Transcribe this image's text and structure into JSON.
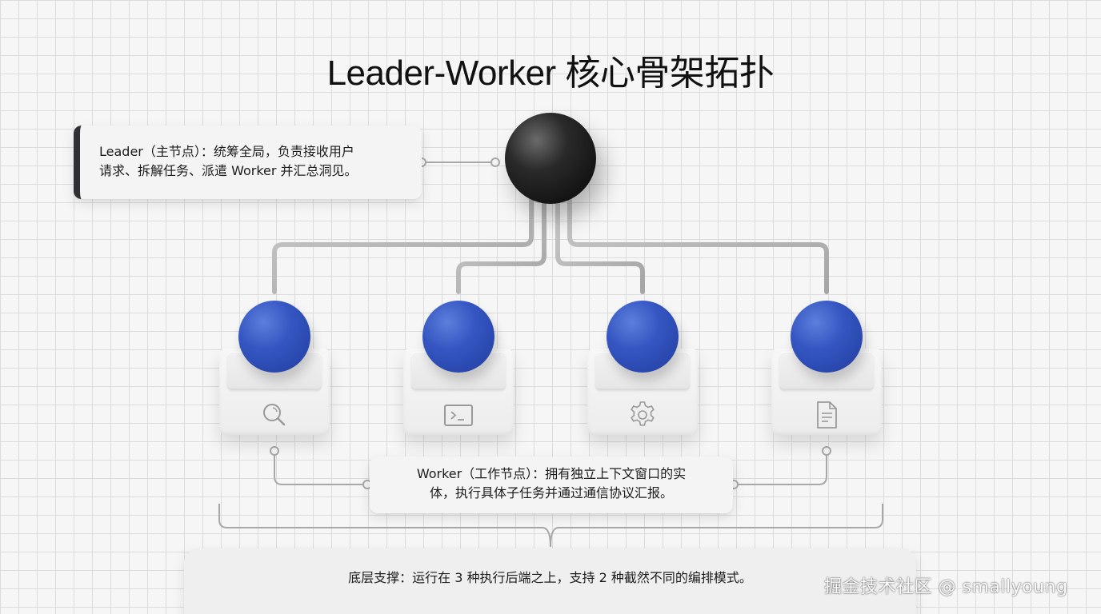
{
  "title": "Leader-Worker 核心骨架拓扑",
  "leader": {
    "callout_line1": "Leader（主节点）：统筹全局，负责接收用户",
    "callout_line2": "请求、拆解任务、派遣 Worker 并汇总洞见。",
    "sphere_color": "#1a1a1a"
  },
  "workers": [
    {
      "icon": "search-icon",
      "sphere_color": "#3050bc"
    },
    {
      "icon": "terminal-icon",
      "sphere_color": "#3050bc"
    },
    {
      "icon": "gear-icon",
      "sphere_color": "#3050bc"
    },
    {
      "icon": "document-icon",
      "sphere_color": "#3050bc"
    }
  ],
  "worker_callout": {
    "line1": "Worker（工作节点）：拥有独立上下文窗口的实",
    "line2": "体，执行具体子任务并通过通信协议汇报。"
  },
  "base_callout": {
    "text": "底层支撑：运行在 3 种执行后端之上，支持 2 种截然不同的编排模式。"
  },
  "watermark": "掘金技术社区 @ smallyoung",
  "colors": {
    "background": "#f6f6f6",
    "grid": "#dcdcdc",
    "leader_sphere": "#1a1a1a",
    "worker_sphere": "#3050bc",
    "wire": "#b4b4b4",
    "callout_accent": "#2f3033"
  }
}
